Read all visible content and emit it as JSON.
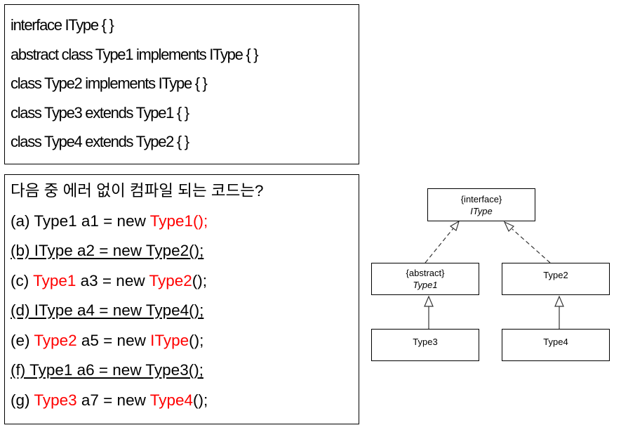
{
  "code": {
    "lines": [
      "interface IType { }",
      "abstract class Type1 implements IType { }",
      "class Type2 implements IType { }",
      "class Type3 extends Type1 { }",
      "class Type4 extends Type2 { }"
    ]
  },
  "quiz": {
    "question": "다음 중 에러 없이 컴파일 되는 코드는?",
    "options": {
      "a": {
        "t1": "(a) Type1 a1 = new ",
        "t2": "Type1();"
      },
      "b": {
        "text": "(b) IType a2 = new Type2();"
      },
      "c": {
        "p0": "(c) ",
        "r1": "Type1",
        "p1": " a3 = new ",
        "r2": "Type2",
        "p2": "();"
      },
      "d": {
        "text": "(d) IType a4 = new Type4();"
      },
      "e": {
        "p0": "(e) ",
        "r1": "Type2",
        "p1": " a5 = new ",
        "r2": "IType",
        "p2": "();"
      },
      "f": {
        "text": "(f) Type1 a6 = new Type3();"
      },
      "g": {
        "p0": "(g) ",
        "r1": "Type3",
        "p1": " a7 = new ",
        "r2": "Type4",
        "p2": "();"
      }
    }
  },
  "diagram": {
    "itype": {
      "stereotype": "{interface}",
      "name": "IType"
    },
    "type1": {
      "stereotype": "{abstract}",
      "name": "Type1"
    },
    "type2": {
      "name": "Type2"
    },
    "type3": {
      "name": "Type3"
    },
    "type4": {
      "name": "Type4"
    }
  },
  "colors": {
    "highlight": "#ff0000",
    "text": "#000000"
  }
}
